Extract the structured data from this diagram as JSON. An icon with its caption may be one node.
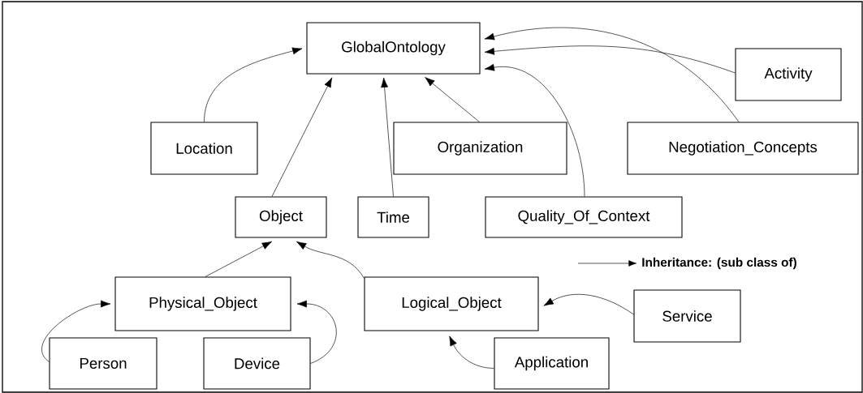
{
  "diagram": {
    "nodes": [
      {
        "text": [
          "GlobalOntology"
        ]
      },
      {
        "text": [
          "Activity"
        ]
      },
      {
        "text": [
          "Location"
        ]
      },
      {
        "text": [
          "Organization"
        ]
      },
      {
        "text": [
          "Negotiation_Concepts"
        ]
      },
      {
        "text": [
          "Object"
        ]
      },
      {
        "text": [
          "Time"
        ]
      },
      {
        "text": [
          "Quality_Of_Context"
        ]
      },
      {
        "text": [
          "Physical_Object"
        ]
      },
      {
        "text": [
          "Logical_Object"
        ]
      },
      {
        "text": [
          "Service"
        ]
      },
      {
        "text": [
          "Person"
        ]
      },
      {
        "text": [
          "Device"
        ]
      },
      {
        "text": [
          "Application"
        ]
      }
    ],
    "edges": [
      {
        "from": 2,
        "to": 0,
        "arrow": "to"
      },
      {
        "from": 5,
        "to": 0,
        "arrow": "to"
      },
      {
        "from": 6,
        "to": 0,
        "arrow": "to"
      },
      {
        "from": 3,
        "to": 0,
        "arrow": "to"
      },
      {
        "from": 7,
        "to": 0,
        "arrow": "to"
      },
      {
        "from": 1,
        "to": 0,
        "arrow": "to"
      },
      {
        "from": 4,
        "to": 0,
        "arrow": "to"
      },
      {
        "from": 8,
        "to": 5,
        "arrow": "to"
      },
      {
        "from": 9,
        "to": 5,
        "arrow": "to"
      },
      {
        "from": 11,
        "to": 8,
        "arrow": "to"
      },
      {
        "from": 12,
        "to": 8,
        "arrow": "to"
      },
      {
        "from": 10,
        "to": 9,
        "arrow": "to"
      },
      {
        "from": 13,
        "to": 9,
        "arrow": "to"
      }
    ],
    "legend": [
      {
        "text": "Inheritance: (sub class of)"
      }
    ]
  }
}
